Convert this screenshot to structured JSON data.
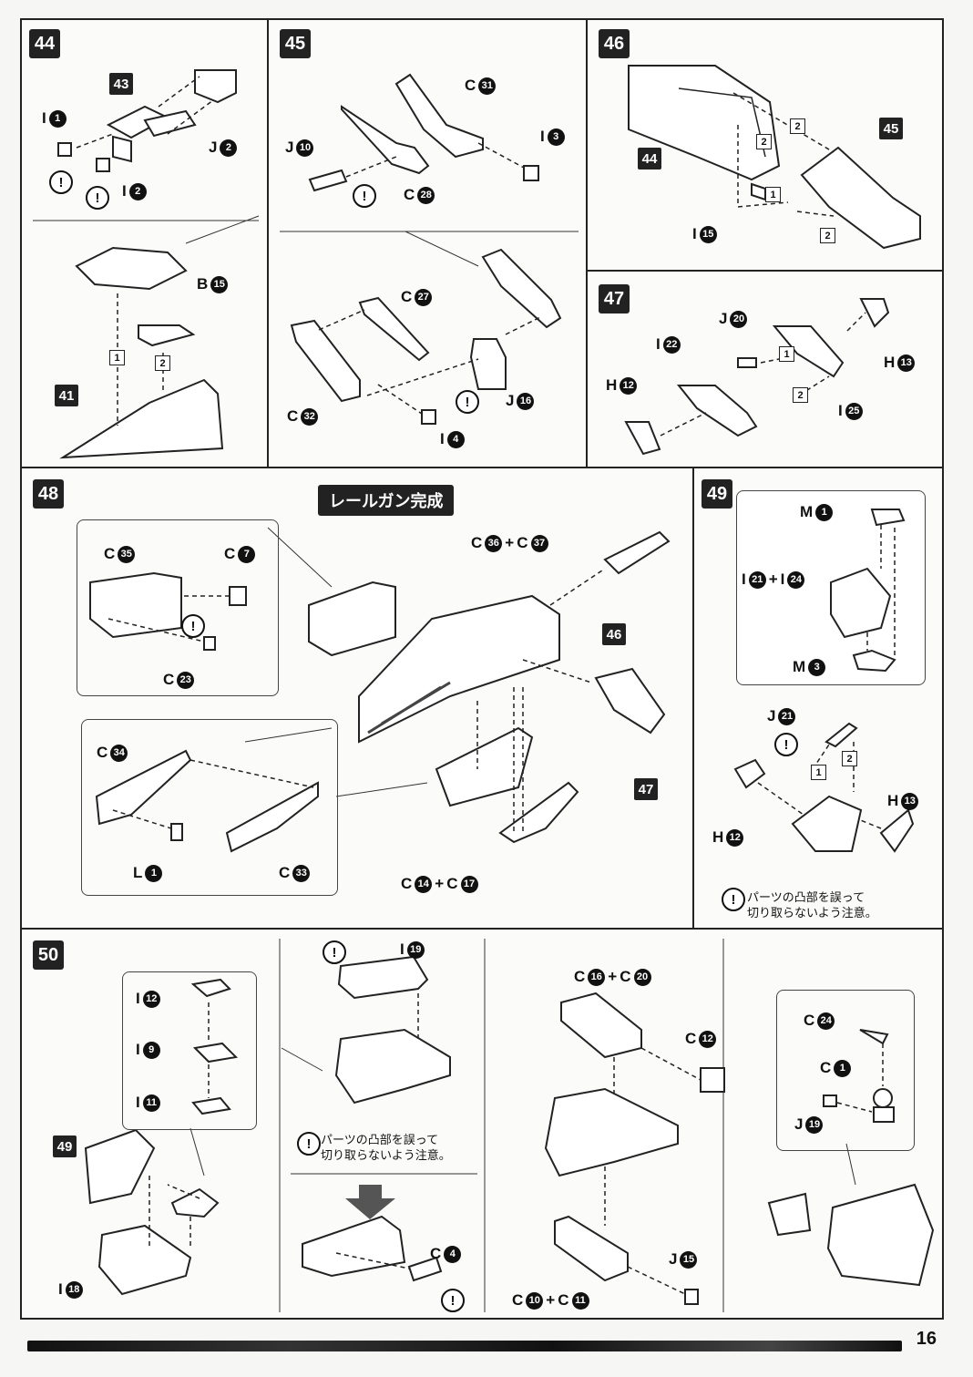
{
  "steps": {
    "s44": {
      "number": "44",
      "ref_43": "43",
      "ref_41": "41",
      "labels": {
        "i1": "I",
        "i1n": "1",
        "j2": "J",
        "j2n": "2",
        "i2": "I",
        "i2n": "2",
        "b15": "B",
        "b15n": "15"
      },
      "order": [
        "1",
        "2"
      ]
    },
    "s45": {
      "number": "45",
      "labels": {
        "c31": "C",
        "c31n": "31",
        "j10": "J",
        "j10n": "10",
        "i3": "I",
        "i3n": "3",
        "c28": "C",
        "c28n": "28",
        "c27": "C",
        "c27n": "27",
        "c32": "C",
        "c32n": "32",
        "j16": "J",
        "j16n": "16",
        "i4": "I",
        "i4n": "4"
      }
    },
    "s46": {
      "number": "46",
      "ref_45": "45",
      "ref_44": "44",
      "labels": {
        "i15": "I",
        "i15n": "15"
      },
      "order": [
        "2",
        "2",
        "1",
        "2"
      ]
    },
    "s47": {
      "number": "47",
      "labels": {
        "j20": "J",
        "j20n": "20",
        "i22": "I",
        "i22n": "22",
        "h12": "H",
        "h12n": "12",
        "h13": "H",
        "h13n": "13",
        "i25": "I",
        "i25n": "25"
      },
      "order": [
        "1",
        "2"
      ]
    },
    "s48": {
      "number": "48",
      "title": "レールガン完成",
      "ref_46": "46",
      "ref_47": "47",
      "labels": {
        "c35": "C",
        "c35n": "35",
        "c7": "C",
        "c7n": "7",
        "c23": "C",
        "c23n": "23",
        "c36": "C",
        "c36n": "36",
        "plus1": "+",
        "c37": "C",
        "c37n": "37",
        "c34": "C",
        "c34n": "34",
        "l1": "L",
        "l1n": "1",
        "c33": "C",
        "c33n": "33",
        "c14": "C",
        "c14n": "14",
        "plus2": "+",
        "c17": "C",
        "c17n": "17"
      }
    },
    "s49": {
      "number": "49",
      "labels": {
        "m1": "M",
        "m1n": "1",
        "i21": "I",
        "i21n": "21",
        "plus": "+",
        "i24": "I",
        "i24n": "24",
        "m3": "M",
        "m3n": "3",
        "j21": "J",
        "j21n": "21",
        "h12": "H",
        "h12n": "12",
        "h13": "H",
        "h13n": "13"
      },
      "order": [
        "1",
        "2"
      ],
      "note_line1": "パーツの凸部を誤って",
      "note_line2": "切り取らないよう注意。"
    },
    "s50": {
      "number": "50",
      "ref_49": "49",
      "labels": {
        "i12": "I",
        "i12n": "12",
        "i9": "I",
        "i9n": "9",
        "i11": "I",
        "i11n": "11",
        "i18": "I",
        "i18n": "18",
        "i19": "I",
        "i19n": "19",
        "c4": "C",
        "c4n": "4",
        "c16": "C",
        "c16n": "16",
        "plus1": "+",
        "c20": "C",
        "c20n": "20",
        "c12": "C",
        "c12n": "12",
        "c10": "C",
        "c10n": "10",
        "plus2": "+",
        "c11": "C",
        "c11n": "11",
        "j15": "J",
        "j15n": "15",
        "c24": "C",
        "c24n": "24",
        "c1": "C",
        "c1n": "1",
        "j19": "J",
        "j19n": "19"
      },
      "note_line1": "パーツの凸部を誤って",
      "note_line2": "切り取らないよう注意。"
    }
  },
  "warning_mark": "!",
  "page_number": "16"
}
